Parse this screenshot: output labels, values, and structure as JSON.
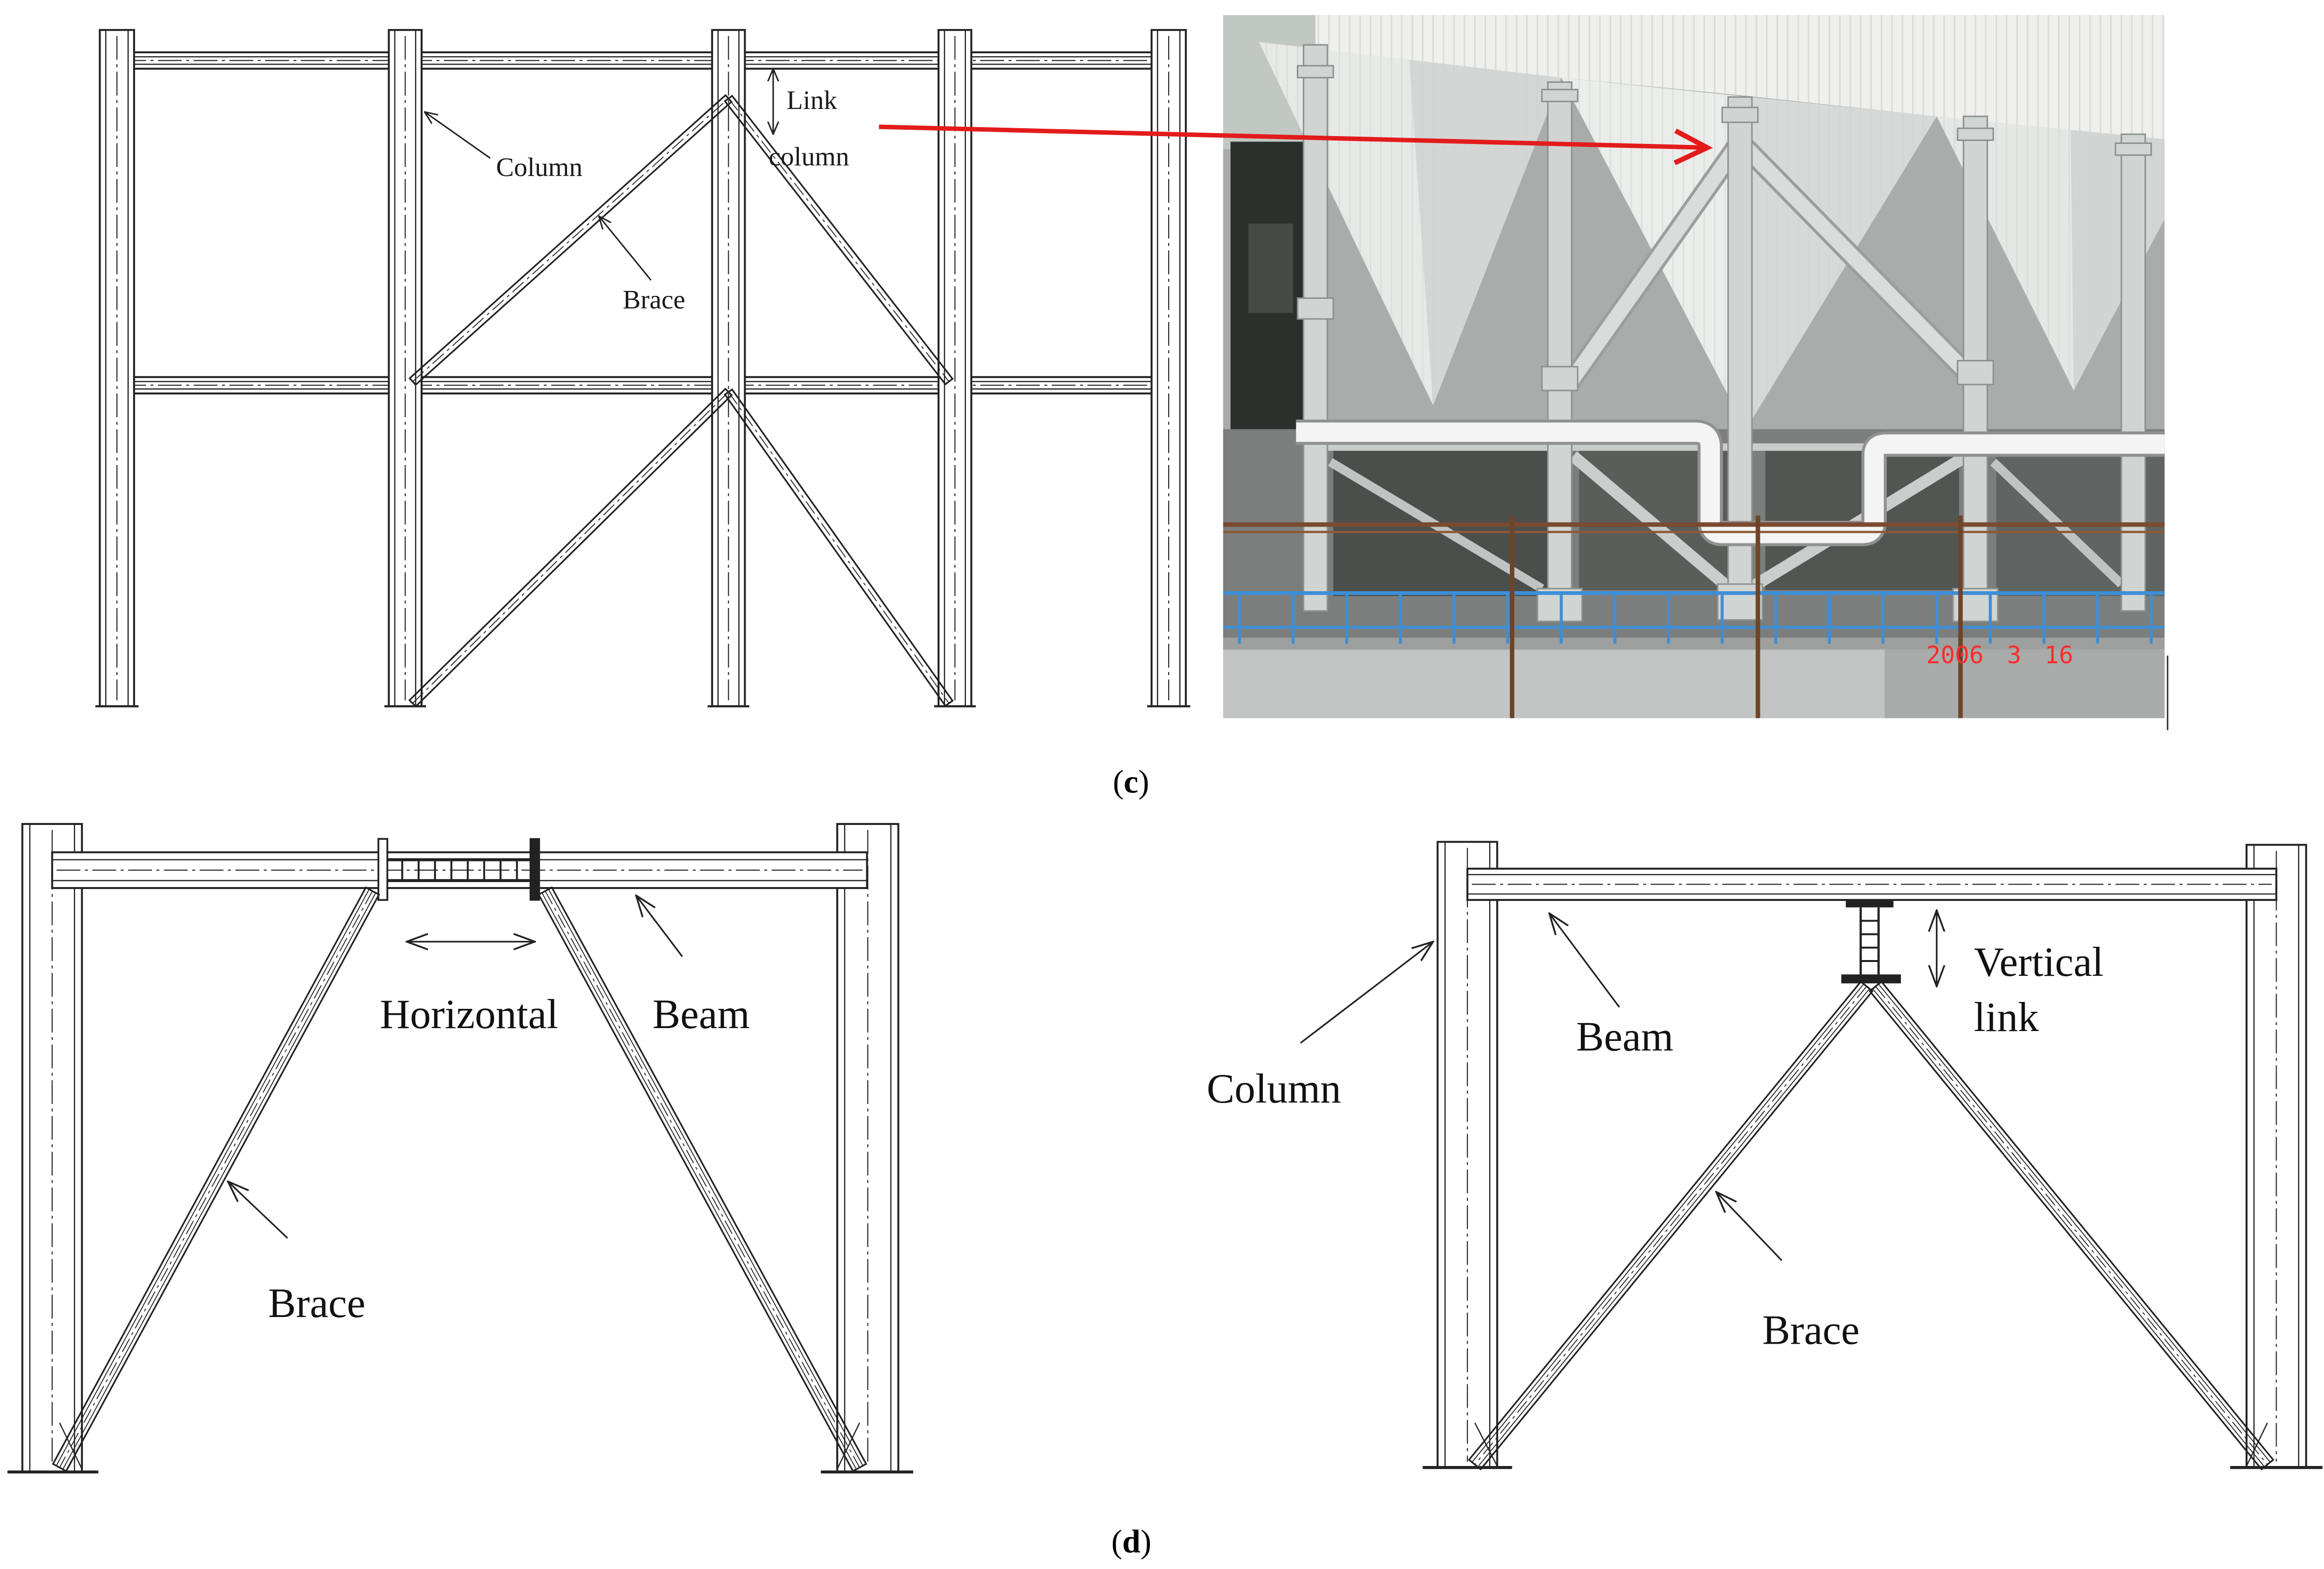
{
  "panel_c": {
    "caption": {
      "open": "(",
      "letter": "c",
      "close": ")"
    },
    "frame": {
      "link_label_line1": "Link",
      "link_label_line2": "column",
      "column_label": "Column",
      "brace_label": "Brace"
    },
    "photo": {
      "date_stamp": "2006 3 16"
    }
  },
  "panel_d": {
    "caption": {
      "open": "(",
      "letter": "d",
      "close": ")"
    },
    "horizontal_link_frame": {
      "link_label": "Horizontal",
      "beam_label": "Beam",
      "brace_label": "Brace"
    },
    "vertical_link_frame": {
      "column_label": "Column",
      "beam_label": "Beam",
      "link_label_line1": "Vertical",
      "link_label_line2": "link",
      "brace_label": "Brace"
    }
  },
  "colors": {
    "line": "#222222",
    "highlight_arrow": "#e31b1b",
    "date_stamp": "#ff2b2b"
  }
}
